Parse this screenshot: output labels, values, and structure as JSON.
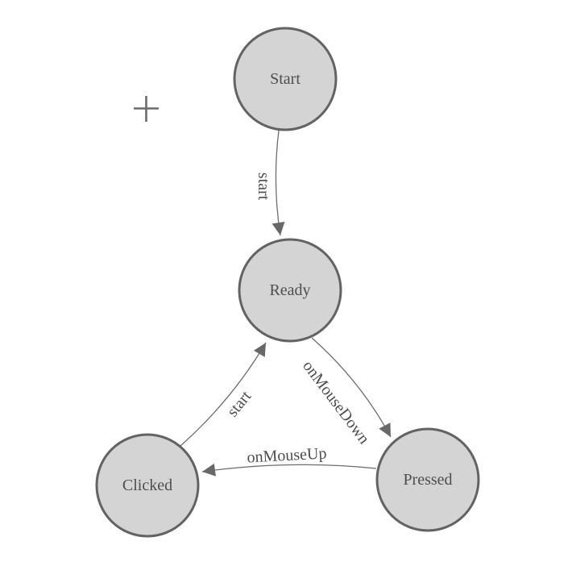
{
  "diagram": {
    "nodes": [
      {
        "id": "start",
        "label": "Start"
      },
      {
        "id": "ready",
        "label": "Ready"
      },
      {
        "id": "clicked",
        "label": "Clicked"
      },
      {
        "id": "pressed",
        "label": "Pressed"
      }
    ],
    "edges": [
      {
        "from": "start",
        "to": "ready",
        "label": "start"
      },
      {
        "from": "clicked",
        "to": "ready",
        "label": "start"
      },
      {
        "from": "ready",
        "to": "pressed",
        "label": "onMouseDown"
      },
      {
        "from": "pressed",
        "to": "clicked",
        "label": "onMouseUp"
      }
    ],
    "controls": {
      "plus_icon": "plus-icon"
    },
    "colors": {
      "background": "#ffffff",
      "node_fill": "#d4d4d4",
      "node_stroke": "#636363",
      "edge_stroke": "#6e6e6e",
      "arrowhead_fill": "#686868",
      "label_text": "#4e4e4e",
      "plus_icon": "#6b6b6b"
    }
  }
}
